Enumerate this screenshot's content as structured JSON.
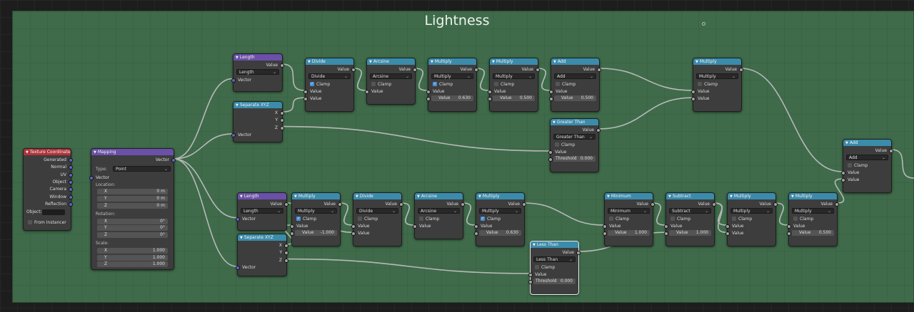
{
  "frame": {
    "title": "Lightness"
  },
  "common": {
    "value": "Value",
    "vector": "Vector",
    "clamp": "Clamp",
    "threshold": "Threshold",
    "x": "X",
    "y": "Y",
    "z": "Z"
  },
  "nodes": {
    "texcoord": {
      "title": "Texture Coordinate",
      "outputs": [
        "Generated",
        "Normal",
        "UV",
        "Object",
        "Camera",
        "Window",
        "Reflection"
      ],
      "object_label": "Object:",
      "from_instancer": "From Instancer"
    },
    "mapping": {
      "title": "Mapping",
      "output": "Vector",
      "type_label": "Type:",
      "type_value": "Point",
      "vector_label": "Vector",
      "location_label": "Location:",
      "rotation_label": "Rotation:",
      "scale_label": "Scale:",
      "loc": [
        "0 m",
        "0 m",
        "0 m"
      ],
      "rot": [
        "0°",
        "0°",
        "0°"
      ],
      "scale": [
        "1.000",
        "1.000",
        "1.000"
      ]
    },
    "length1": {
      "title": "Length",
      "op": "Length"
    },
    "sep1": {
      "title": "Separate XYZ"
    },
    "divide1": {
      "title": "Divide",
      "op": "Divide",
      "clamp_on": true
    },
    "arcsine1": {
      "title": "Arcsine",
      "op": "Arcsine",
      "clamp_on": false
    },
    "multiply1": {
      "title": "Multiply",
      "op": "Multiply",
      "clamp_on": true,
      "value": "0.630"
    },
    "multiply2": {
      "title": "Multiply",
      "op": "Multiply",
      "clamp_on": false,
      "value": "0.500"
    },
    "add1": {
      "title": "Add",
      "op": "Add",
      "clamp_on": false,
      "value": "0.500"
    },
    "greater": {
      "title": "Greater Than",
      "op": "Greater Than",
      "clamp_on": false,
      "threshold": "0.000"
    },
    "multiply3": {
      "title": "Multiply",
      "op": "Multiply",
      "clamp_on": false
    },
    "add2": {
      "title": "Add",
      "op": "Add",
      "clamp_on": false
    },
    "length2": {
      "title": "Length",
      "op": "Length"
    },
    "sep2": {
      "title": "Separate XYZ"
    },
    "multiply4": {
      "title": "Multiply",
      "op": "Multiply",
      "clamp_on": true,
      "value": "-1.000"
    },
    "divide2": {
      "title": "Divide",
      "op": "Divide",
      "clamp_on": false
    },
    "arcsine2": {
      "title": "Arcsine",
      "op": "Arcsine",
      "clamp_on": false
    },
    "multiply5": {
      "title": "Multiply",
      "op": "Multiply",
      "clamp_on": true,
      "value": "0.630"
    },
    "less": {
      "title": "Less Than",
      "op": "Less Than",
      "clamp_on": false,
      "threshold": "0.000"
    },
    "minimum": {
      "title": "Minimum",
      "op": "Minimum",
      "clamp_on": false,
      "value": "1.000"
    },
    "subtract": {
      "title": "Subtract",
      "op": "Subtract",
      "clamp_on": false,
      "value": "1.000"
    },
    "multiply6": {
      "title": "Multiply",
      "op": "Multiply",
      "clamp_on": false
    },
    "multiply7": {
      "title": "Multiply",
      "op": "Multiply",
      "clamp_on": false,
      "value": "0.500"
    }
  },
  "colors": {
    "frame": "#3f6b4a",
    "math_header": "#3b8bab",
    "vector_header": "#6a50a8",
    "input_header": "#b0333a",
    "wire": "#b8b8b8"
  }
}
